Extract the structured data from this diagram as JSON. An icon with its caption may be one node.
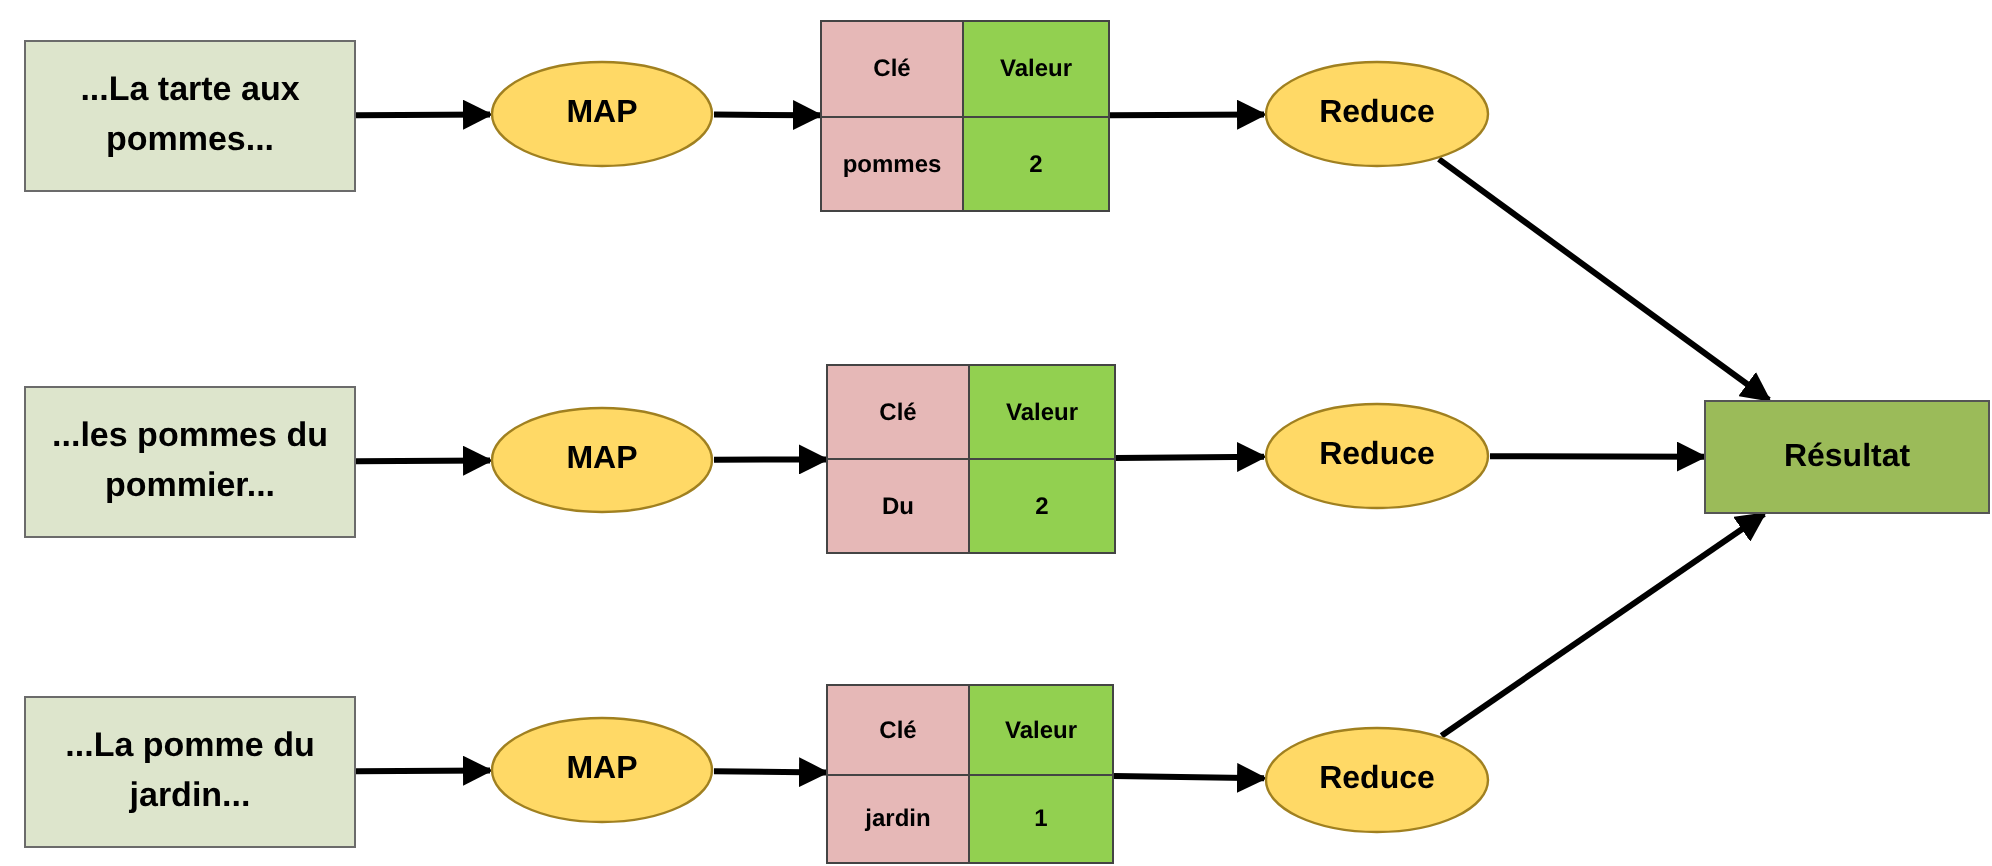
{
  "diagram": {
    "nodes": [
      {
        "text": [
          "...La tarte aux pommes..."
        ]
      },
      {
        "text": [
          "MAP"
        ]
      },
      {
        "text": [
          "Clé",
          "Valeur",
          "pommes",
          "2"
        ]
      },
      {
        "text": [
          "Reduce"
        ]
      },
      {
        "text": [
          "...les pommes du pommier..."
        ]
      },
      {
        "text": [
          "MAP"
        ]
      },
      {
        "text": [
          "Clé",
          "Valeur",
          "Du",
          "2"
        ]
      },
      {
        "text": [
          "Reduce"
        ]
      },
      {
        "text": [
          "Résultat"
        ]
      },
      {
        "text": [
          "...La pomme du jardin..."
        ]
      },
      {
        "text": [
          "MAP"
        ]
      },
      {
        "text": [
          "Clé",
          "Valeur",
          "jardin",
          "1"
        ]
      },
      {
        "text": [
          "Reduce"
        ]
      }
    ],
    "edges": [
      {
        "from": 0,
        "to": 1,
        "arrow": "to"
      },
      {
        "from": 1,
        "to": 2,
        "arrow": "to"
      },
      {
        "from": 2,
        "to": 3,
        "arrow": "to"
      },
      {
        "from": 3,
        "to": 8,
        "arrow": "to"
      },
      {
        "from": 4,
        "to": 5,
        "arrow": "to"
      },
      {
        "from": 5,
        "to": 6,
        "arrow": "to"
      },
      {
        "from": 6,
        "to": 7,
        "arrow": "to"
      },
      {
        "from": 7,
        "to": 8,
        "arrow": "to"
      },
      {
        "from": 9,
        "to": 10,
        "arrow": "to"
      },
      {
        "from": 10,
        "to": 11,
        "arrow": "to"
      },
      {
        "from": 11,
        "to": 12,
        "arrow": "to"
      },
      {
        "from": 12,
        "to": 8,
        "arrow": "to"
      }
    ]
  }
}
